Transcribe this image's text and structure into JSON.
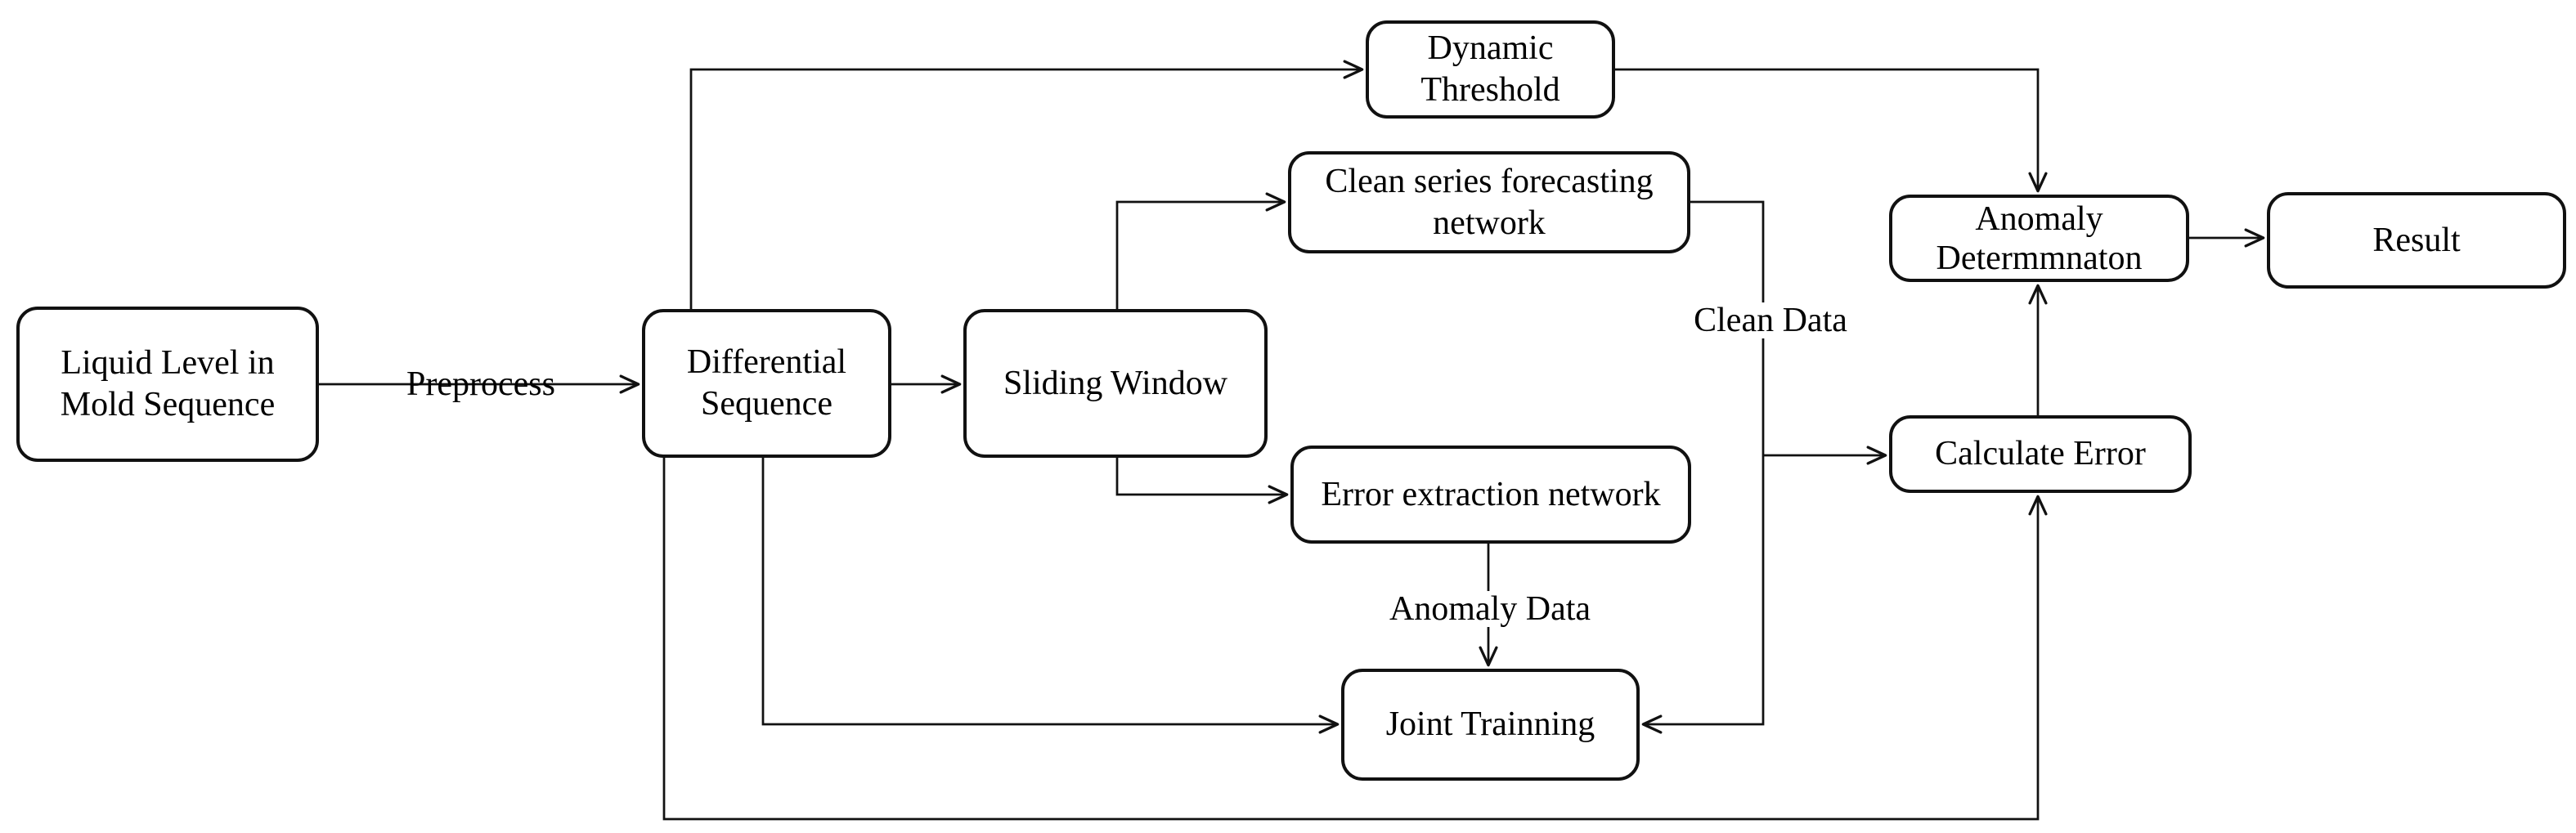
{
  "diagram": {
    "background": "#ffffff",
    "stroke_color": "#111111",
    "nodes": {
      "liquid_level": {
        "lines": [
          "Liquid Level in",
          "Mold Sequence"
        ]
      },
      "differential": {
        "lines": [
          "Differential",
          "Sequence"
        ]
      },
      "sliding_window": {
        "lines": [
          "Sliding Window"
        ]
      },
      "dynamic_threshold": {
        "lines": [
          "Dynamic",
          "Threshold"
        ]
      },
      "clean_forecasting": {
        "lines": [
          "Clean series forecasting",
          "network"
        ]
      },
      "error_extraction": {
        "lines": [
          "Error extraction network"
        ]
      },
      "joint_training": {
        "lines": [
          "Joint Trainning"
        ]
      },
      "anomaly_determination": {
        "lines": [
          "Anomaly",
          "Determmnaton"
        ]
      },
      "calculate_error": {
        "lines": [
          "Calculate Error"
        ]
      },
      "result": {
        "lines": [
          "Result"
        ]
      }
    },
    "edge_labels": {
      "preprocess": "Preprocess",
      "clean_data": "Clean Data",
      "anomaly_data": "Anomaly Data"
    }
  }
}
